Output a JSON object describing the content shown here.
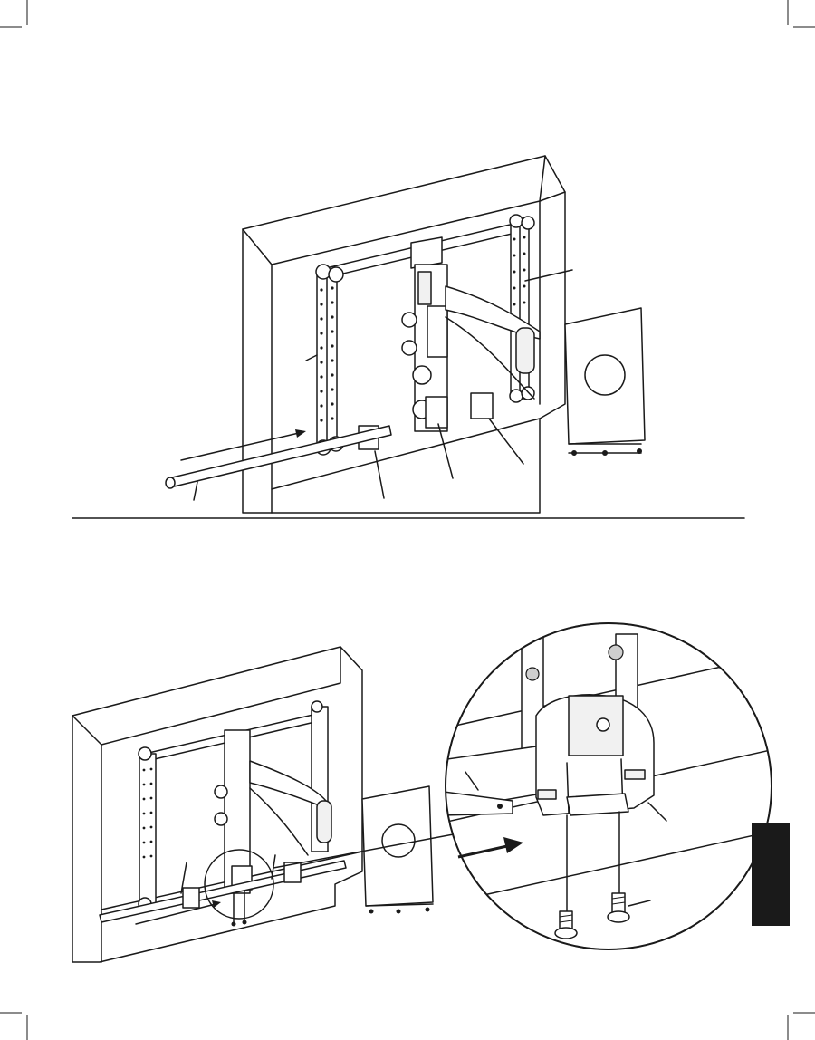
{
  "page": {
    "side_tab": {
      "text": "",
      "color": "#1a1a1a"
    }
  },
  "figure_top": {
    "callouts": [
      "long-rail-pointer",
      "upright-bar-pointer",
      "rail-clamp-pointer",
      "center-block-pointer",
      "loose-clamp-pointer",
      "right-bar-pointer"
    ]
  },
  "figure_bottom": {
    "callouts": [
      "clamp-pointer",
      "screw-pointer",
      "rail-pointer",
      "detail-circle"
    ],
    "arrow_color": "#1a1a1a"
  }
}
